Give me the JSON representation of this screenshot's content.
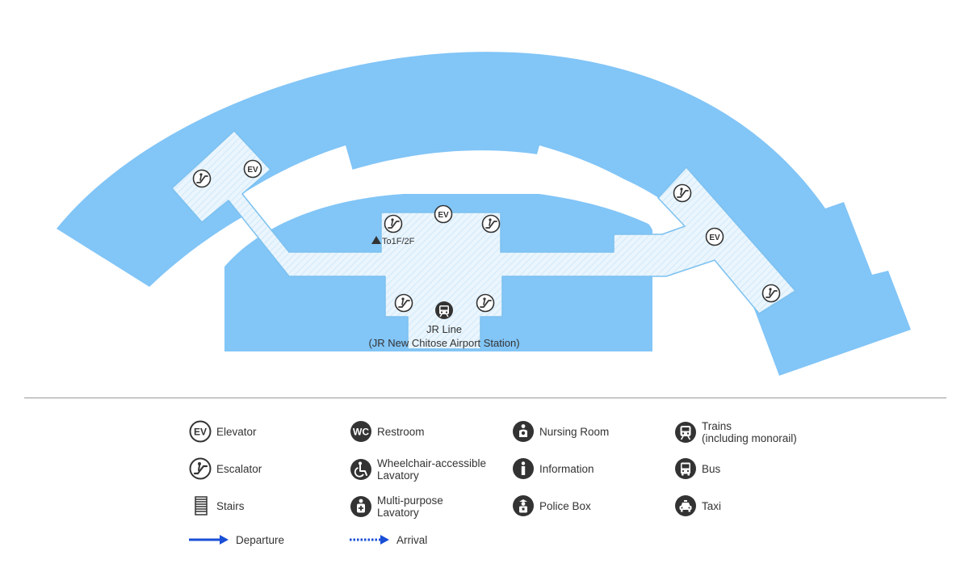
{
  "map": {
    "callouts": {
      "to_floors": "To1F/2F",
      "jr_line": "JR Line",
      "jr_station": "(JR New Chitose Airport Station)"
    }
  },
  "legend": {
    "elevator": "Elevator",
    "escalator": "Escalator",
    "stairs": "Stairs",
    "restroom": "Restroom",
    "wheelchair_lavatory": "Wheelchair-accessible\nLavatory",
    "multipurpose_lavatory": "Multi-purpose\nLavatory",
    "nursing_room": "Nursing Room",
    "information": "Information",
    "police_box": "Police Box",
    "trains": "Trains\n (including monorail)",
    "bus": "Bus",
    "taxi": "Taxi",
    "departure": "Departure",
    "arrival": "Arrival"
  },
  "icon_badges": {
    "elevator": "EV",
    "restroom": "WC"
  },
  "colors": {
    "building": "#82c5f7",
    "walkway": "#eaf5fd",
    "walkway_outline": "#7cc1ef",
    "icon_dark": "#333333",
    "arrow_blue": "#1a4fd6"
  },
  "icons": [
    "elevator-icon",
    "escalator-icon",
    "stairs-icon",
    "restroom-icon",
    "wheelchair-icon",
    "multipurpose-lavatory-icon",
    "nursing-room-icon",
    "information-icon",
    "police-box-icon",
    "train-icon",
    "bus-icon",
    "taxi-icon"
  ]
}
